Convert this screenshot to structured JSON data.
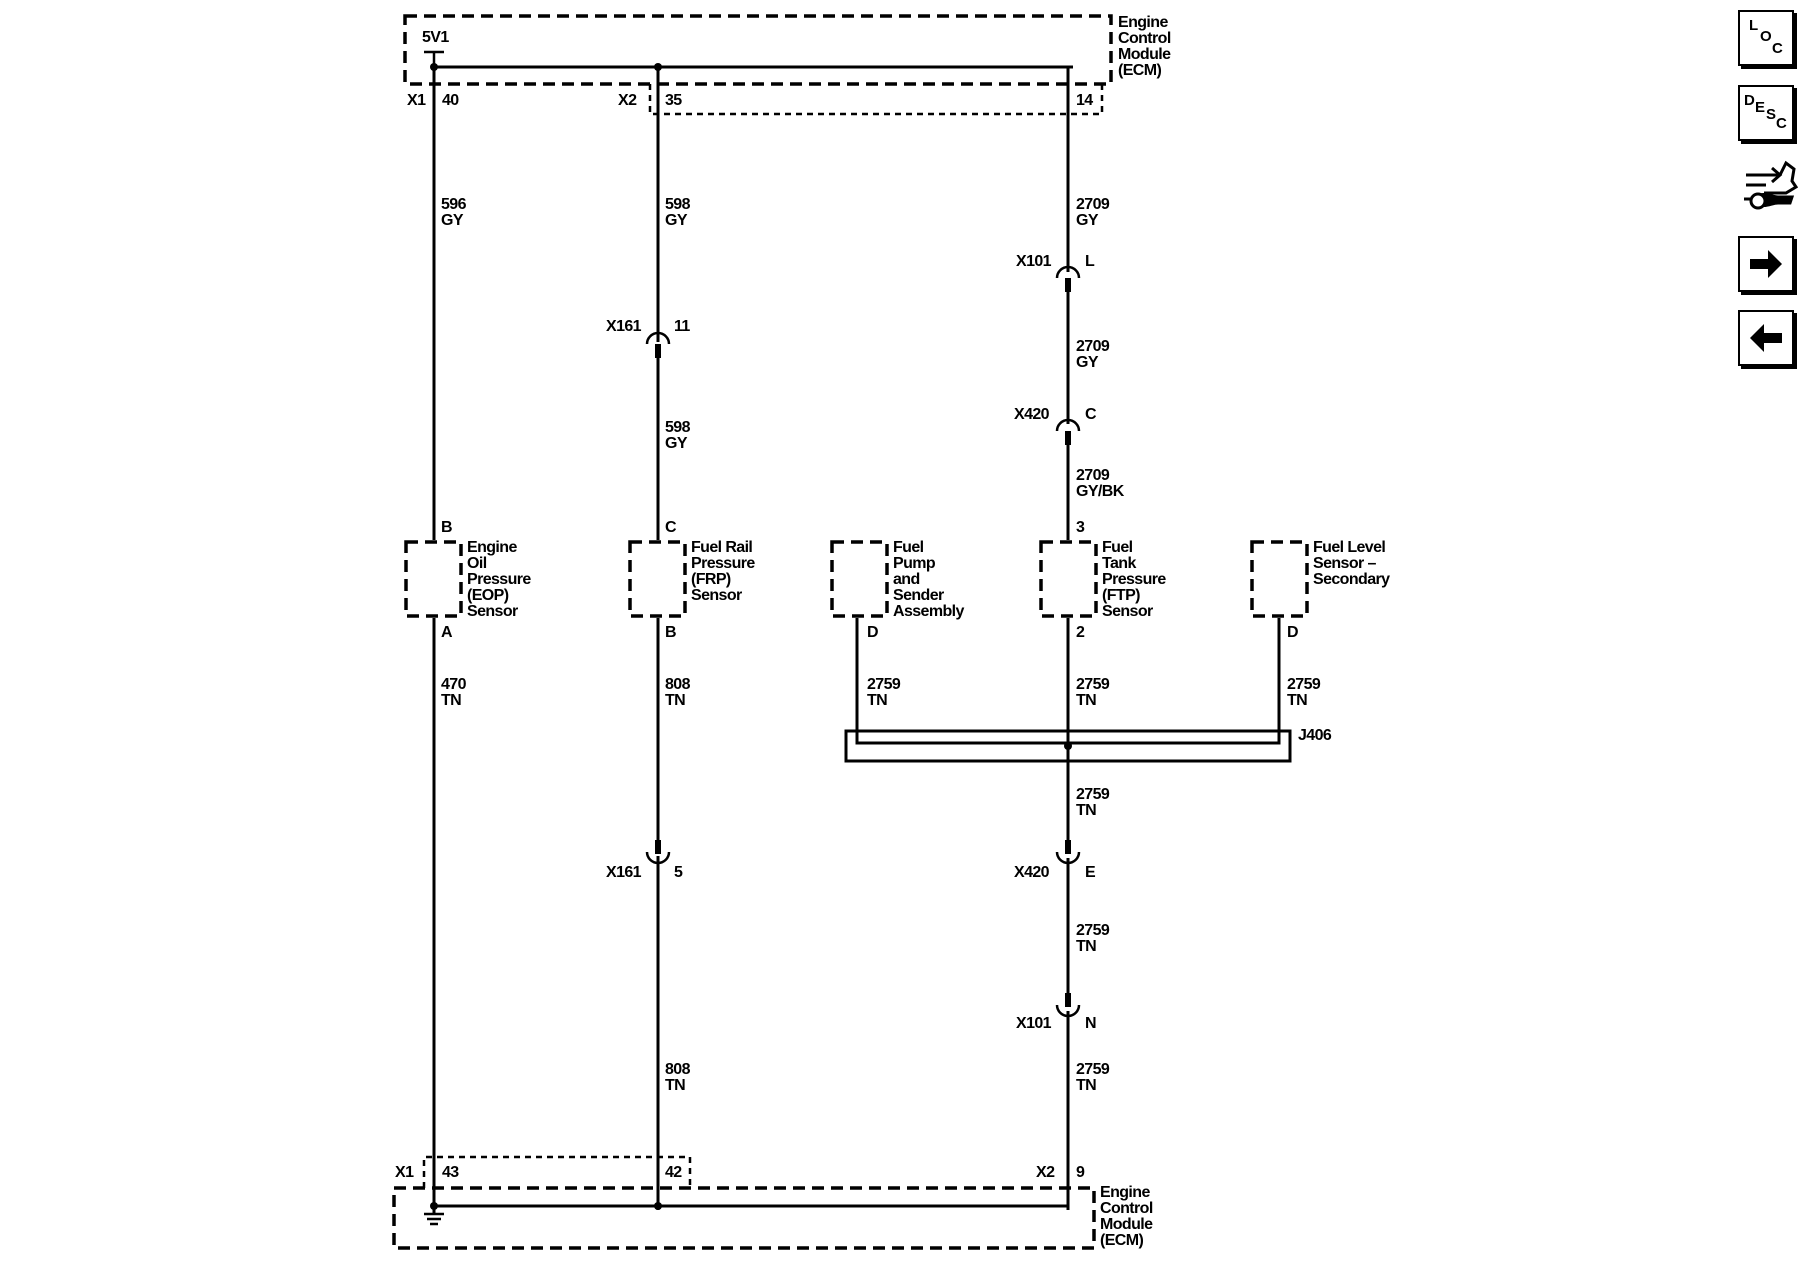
{
  "ecm_top": {
    "name": "Engine Control Module (ECM)",
    "lines": [
      "Engine",
      "Control",
      "Module",
      "(ECM)"
    ],
    "power_label": "5V1"
  },
  "ecm_bottom": {
    "lines": [
      "Engine",
      "Control",
      "Module",
      "(ECM)"
    ]
  },
  "connectors_top": {
    "x1": "X1",
    "x1_pin": "40",
    "x2": "X2",
    "x2_pin": "35",
    "pin14": "14"
  },
  "connectors_bottom": {
    "x1": "X1",
    "x1_pin": "43",
    "x2a_pin": "42",
    "x2": "X2",
    "x2_pin": "9"
  },
  "circuits": {
    "c596": {
      "num": "596",
      "color": "GY"
    },
    "c598a": {
      "num": "598",
      "color": "GY"
    },
    "c598b": {
      "num": "598",
      "color": "GY"
    },
    "c2709a": {
      "num": "2709",
      "color": "GY"
    },
    "c2709b": {
      "num": "2709",
      "color": "GY"
    },
    "c2709c": {
      "num": "2709",
      "color": "GY/BK"
    },
    "c470": {
      "num": "470",
      "color": "TN"
    },
    "c808a": {
      "num": "808",
      "color": "TN"
    },
    "c808b": {
      "num": "808",
      "color": "TN"
    },
    "c2759_pump": {
      "num": "2759",
      "color": "TN"
    },
    "c2759_ftp": {
      "num": "2759",
      "color": "TN"
    },
    "c2759_level": {
      "num": "2759",
      "color": "TN"
    },
    "c2759_j406": {
      "num": "2759",
      "color": "TN"
    },
    "c2759_x420": {
      "num": "2759",
      "color": "TN"
    },
    "c2759_x101": {
      "num": "2759",
      "color": "TN"
    }
  },
  "inline_connectors": {
    "x161_top": {
      "name": "X161",
      "pin": "11"
    },
    "x161_bot": {
      "name": "X161",
      "pin": "5"
    },
    "x101_top": {
      "name": "X101",
      "pin": "L"
    },
    "x420_top": {
      "name": "X420",
      "pin": "C"
    },
    "x420_bot": {
      "name": "X420",
      "pin": "E"
    },
    "x101_bot": {
      "name": "X101",
      "pin": "N"
    }
  },
  "splice": {
    "name": "J406"
  },
  "components": {
    "eop": {
      "lines": [
        "Engine",
        "Oil",
        "Pressure",
        "(EOP)",
        "Sensor"
      ],
      "pin_top": "B",
      "pin_bottom": "A"
    },
    "frp": {
      "lines": [
        "Fuel Rail",
        "Pressure",
        "(FRP)",
        "Sensor"
      ],
      "pin_top": "C",
      "pin_bottom": "B"
    },
    "pump": {
      "lines": [
        "Fuel",
        "Pump",
        "and",
        "Sender",
        "Assembly"
      ],
      "pin_bottom": "D"
    },
    "ftp": {
      "lines": [
        "Fuel",
        "Tank",
        "Pressure",
        "(FTP)",
        "Sensor"
      ],
      "pin_top": "3",
      "pin_bottom": "2"
    },
    "level": {
      "lines": [
        "Fuel Level",
        "Sensor –",
        "Secondary"
      ],
      "pin_bottom": "D"
    }
  },
  "nav": {
    "loc": {
      "letters": [
        "L",
        "O",
        "C"
      ],
      "icon": "location-icon"
    },
    "desc": {
      "letters": [
        "D",
        "E",
        "S",
        "C"
      ],
      "icon": "description-icon"
    },
    "connector_icon": "connector-wrench-icon",
    "next_icon": "arrow-right-icon",
    "prev_icon": "arrow-left-icon"
  }
}
